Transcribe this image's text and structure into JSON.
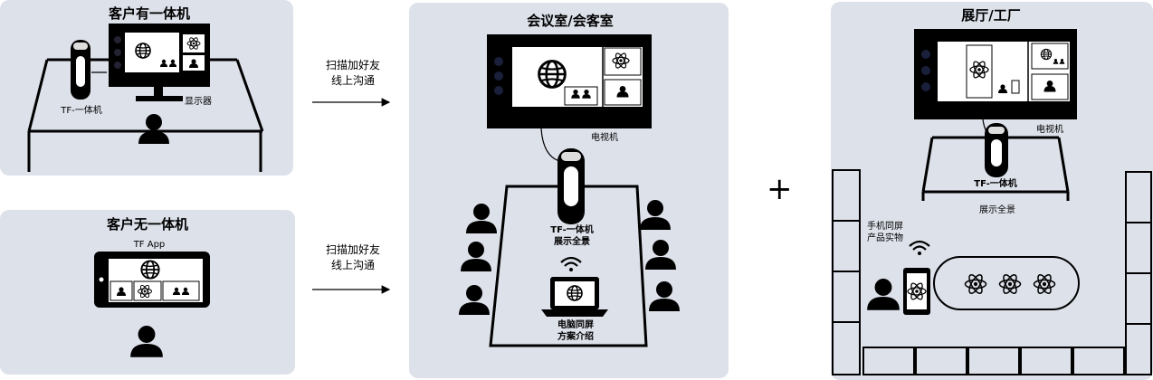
{
  "panels": {
    "customer_with_device": {
      "title": "客户有一体机",
      "device_label": "TF-一体机",
      "monitor_label": "显示器"
    },
    "customer_without_device": {
      "title": "客户无一体机",
      "app_label": "TF App"
    },
    "meeting_room": {
      "title": "会议室/会客室",
      "tv_label": "电视机",
      "device_label_line1": "TF-一体机",
      "device_label_line2": "展示全景",
      "laptop_label_line1": "电脑同屏",
      "laptop_label_line2": "方案介绍"
    },
    "showroom": {
      "title": "展厅/工厂",
      "tv_label": "电视机",
      "device_label": "TF-一体机",
      "panorama_label": "展示全景",
      "phone_label_line1": "手机同屏",
      "phone_label_line2": "产品实物"
    }
  },
  "connectors": {
    "top": {
      "line1": "扫描加好友",
      "line2": "线上沟通"
    },
    "bottom": {
      "line1": "扫描加好友",
      "line2": "线上沟通"
    }
  },
  "plus_sign": "+"
}
